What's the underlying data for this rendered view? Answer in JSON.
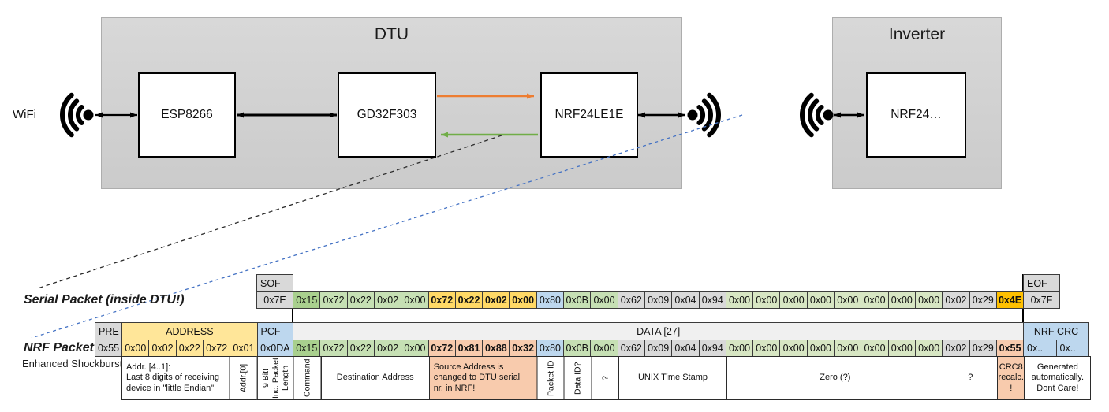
{
  "palette": {
    "gray": "#D9D9D9",
    "lgray": "#F0F0F0",
    "yellow": "#FFE699",
    "gold_bold": "#FFD966",
    "gold": "#FFC000",
    "blue": "#BDD7EE",
    "green_dark": "#A9D08E",
    "green": "#C6E0B4",
    "green_pale": "#D7E6C3",
    "salmon": "#F8CBAD",
    "orange_arrow": "#ED7D31",
    "green_arrow": "#70AD47",
    "blue_dash": "#4472C4"
  },
  "diagram": {
    "wifi_label": "WiFi",
    "dtu_title": "DTU",
    "esp": "ESP8266",
    "gd32": "GD32F303",
    "nrf_dtu": "NRF24LE1E",
    "inverter_title": "Inverter",
    "nrf_inverter": "NRF24…"
  },
  "serial_packet": {
    "label": "Serial Packet (inside DTU!)",
    "sof_header": "SOF",
    "sof": "0x7E",
    "eof_header": "EOF",
    "eof": "0x7F",
    "bytes": [
      {
        "v": "0x15",
        "k": "green_dark"
      },
      {
        "v": "0x72",
        "k": "green"
      },
      {
        "v": "0x22",
        "k": "green"
      },
      {
        "v": "0x02",
        "k": "green"
      },
      {
        "v": "0x00",
        "k": "green"
      },
      {
        "v": "0x72",
        "k": "gold_bold",
        "bold": true
      },
      {
        "v": "0x22",
        "k": "gold_bold",
        "bold": true
      },
      {
        "v": "0x02",
        "k": "gold_bold",
        "bold": true
      },
      {
        "v": "0x00",
        "k": "gold_bold",
        "bold": true
      },
      {
        "v": "0x80",
        "k": "blue"
      },
      {
        "v": "0x0B",
        "k": "green"
      },
      {
        "v": "0x00",
        "k": "green"
      },
      {
        "v": "0x62",
        "k": "gray"
      },
      {
        "v": "0x09",
        "k": "gray"
      },
      {
        "v": "0x04",
        "k": "gray"
      },
      {
        "v": "0x94",
        "k": "gray"
      },
      {
        "v": "0x00",
        "k": "green_pale"
      },
      {
        "v": "0x00",
        "k": "green_pale"
      },
      {
        "v": "0x00",
        "k": "green_pale"
      },
      {
        "v": "0x00",
        "k": "green_pale"
      },
      {
        "v": "0x00",
        "k": "green_pale"
      },
      {
        "v": "0x00",
        "k": "green_pale"
      },
      {
        "v": "0x00",
        "k": "green_pale"
      },
      {
        "v": "0x00",
        "k": "green_pale"
      },
      {
        "v": "0x02",
        "k": "gray"
      },
      {
        "v": "0x29",
        "k": "gray"
      },
      {
        "v": "0x4E",
        "k": "gold",
        "bold": true
      }
    ]
  },
  "nrf_packet": {
    "label": "NRF Packet",
    "sublabel": "Enhanced Shockburst",
    "pre_header": "PRE",
    "address_header": "ADDRESS",
    "pcf_header": "PCF",
    "data_header": "DATA [27]",
    "crc_header": "NRF CRC",
    "pre": "0x55",
    "address": [
      "0x00",
      "0x02",
      "0x22",
      "0x72",
      "0x01"
    ],
    "pcf": "0x0DA",
    "bytes": [
      {
        "v": "0x15",
        "k": "green_dark"
      },
      {
        "v": "0x72",
        "k": "green"
      },
      {
        "v": "0x22",
        "k": "green"
      },
      {
        "v": "0x02",
        "k": "green"
      },
      {
        "v": "0x00",
        "k": "green"
      },
      {
        "v": "0x72",
        "k": "salmon",
        "bold": true
      },
      {
        "v": "0x81",
        "k": "salmon",
        "bold": true
      },
      {
        "v": "0x88",
        "k": "salmon",
        "bold": true
      },
      {
        "v": "0x32",
        "k": "salmon",
        "bold": true
      },
      {
        "v": "0x80",
        "k": "blue"
      },
      {
        "v": "0x0B",
        "k": "green"
      },
      {
        "v": "0x00",
        "k": "green"
      },
      {
        "v": "0x62",
        "k": "gray"
      },
      {
        "v": "0x09",
        "k": "gray"
      },
      {
        "v": "0x04",
        "k": "gray"
      },
      {
        "v": "0x94",
        "k": "gray"
      },
      {
        "v": "0x00",
        "k": "green_pale"
      },
      {
        "v": "0x00",
        "k": "green_pale"
      },
      {
        "v": "0x00",
        "k": "green_pale"
      },
      {
        "v": "0x00",
        "k": "green_pale"
      },
      {
        "v": "0x00",
        "k": "green_pale"
      },
      {
        "v": "0x00",
        "k": "green_pale"
      },
      {
        "v": "0x00",
        "k": "green_pale"
      },
      {
        "v": "0x00",
        "k": "green_pale"
      },
      {
        "v": "0x02",
        "k": "gray"
      },
      {
        "v": "0x29",
        "k": "gray"
      },
      {
        "v": "0x55",
        "k": "salmon",
        "bold": true
      }
    ],
    "crc": [
      "0x..",
      "0x.."
    ],
    "annotations": [
      {
        "kind": "a4",
        "text": "Addr. [4..1]:\nLast 8 digits of receiving\ndevice in \"little Endian\""
      },
      {
        "kind": "a0",
        "text": "Addr.[0]"
      },
      {
        "kind": "pcf",
        "text": "9 Bit!\nInc. Packet\nLength"
      },
      {
        "kind": "cmd",
        "text": "Command"
      },
      {
        "kind": "dest",
        "text": "Destination Address"
      },
      {
        "kind": "src",
        "text": "Source Address is\nchanged to DTU serial\nnr. in NRF!"
      },
      {
        "kind": "pid",
        "text": "Packet ID"
      },
      {
        "kind": "did",
        "text": "Data ID?"
      },
      {
        "kind": "q1",
        "text": "?"
      },
      {
        "kind": "unix",
        "text": "UNIX Time Stamp"
      },
      {
        "kind": "zero",
        "text": "Zero (?)"
      },
      {
        "kind": "q2",
        "text": "?"
      },
      {
        "kind": "crc8",
        "text": "CRC8\nrecalc.\n!"
      },
      {
        "kind": "gen",
        "text": "Generated\nautomatically.\nDont Care!"
      }
    ]
  }
}
